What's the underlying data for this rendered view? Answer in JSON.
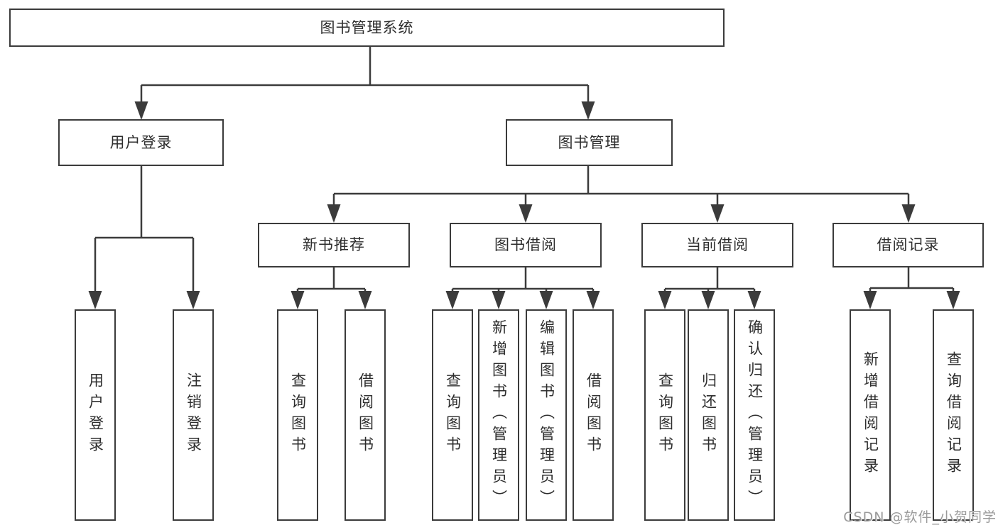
{
  "tree": {
    "root": "图书管理系统",
    "user_login": {
      "label": "用户登录",
      "children": [
        "用户登录",
        "注销登录"
      ]
    },
    "book_mgmt": {
      "label": "图书管理",
      "groups": [
        {
          "label": "新书推荐",
          "children": [
            "查询图书",
            "借阅图书"
          ]
        },
        {
          "label": "图书借阅",
          "children": [
            "查询图书",
            "新增图书（管理员）",
            "编辑图书（管理员）",
            "借阅图书"
          ]
        },
        {
          "label": "当前借阅",
          "children": [
            "查询图书",
            "归还图书",
            "确认归还（管理员）"
          ]
        },
        {
          "label": "借阅记录",
          "children": [
            "新增借阅记录",
            "查询借阅记录"
          ]
        }
      ]
    }
  },
  "watermark": "CSDN @软件_小贺同学",
  "colors": {
    "line": "#3b3b3b",
    "text": "#2d2d2d",
    "watermark": "#9a9a9a",
    "background": "#ffffff"
  }
}
